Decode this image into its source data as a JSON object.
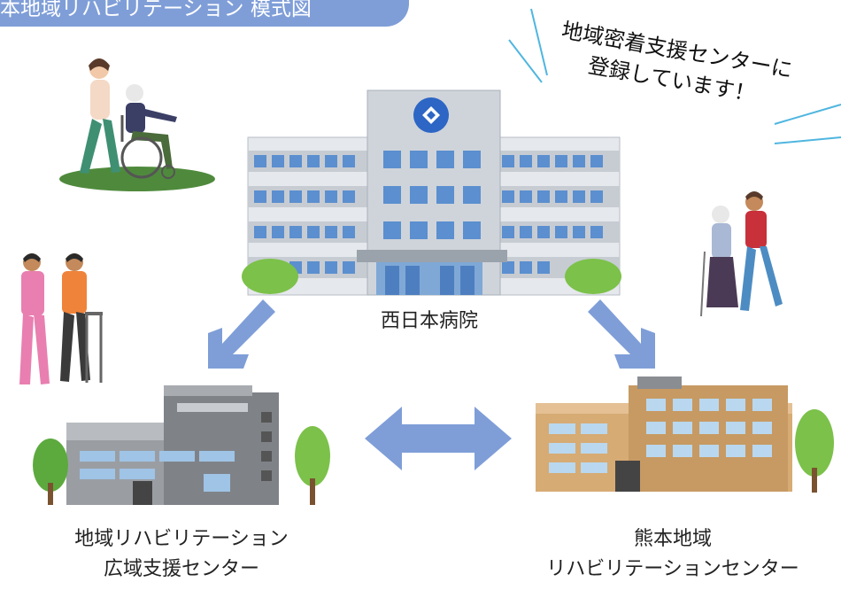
{
  "title": "本地域リハビリテーション 模式図",
  "callout": {
    "line1": "地域密着支援センターに",
    "line2": "登録しています！"
  },
  "hospital": {
    "label": "西日本病院"
  },
  "left_center": {
    "line1": "地域リハビリテーション",
    "line2": "広域支援センター"
  },
  "right_center": {
    "line1": "熊本地域",
    "line2": "リハビリテーションセンター"
  },
  "colors": {
    "accent": "#7f9ed8",
    "arrow": "#7f9ed8",
    "hospital_wall": "#dfe3e8",
    "hospital_tower": "#c9ced5",
    "window_blue": "#5b8fcf",
    "left_building": "#8e9297",
    "right_building": "#c79a63",
    "tree": "#7cc14a"
  }
}
